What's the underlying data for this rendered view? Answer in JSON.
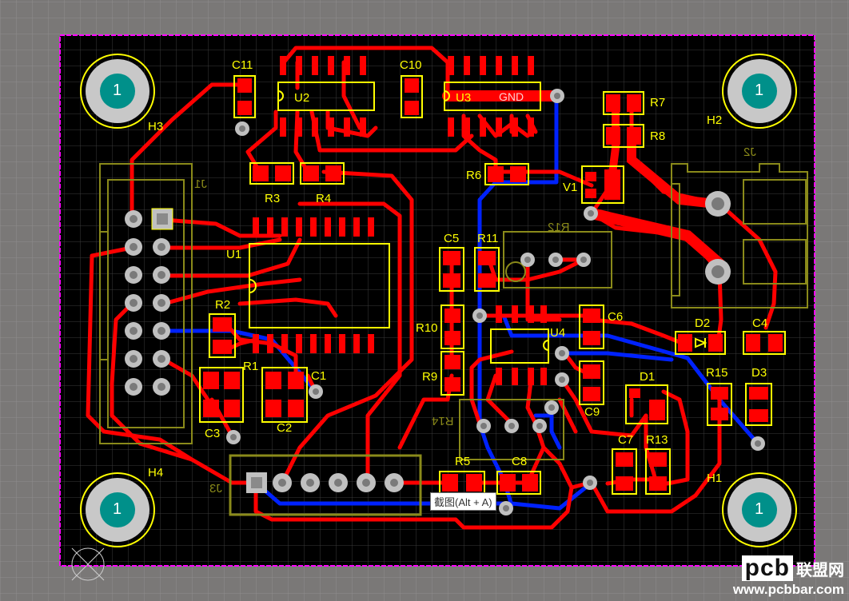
{
  "colors": {
    "background": "#7a7877",
    "board": "#000000",
    "outline": "#ff00ff",
    "top_copper": "#ff0000",
    "bottom_copper": "#0022ff",
    "silkscreen": "#ffff00",
    "bottom_overlay": "#8a8a1a",
    "pad": "#c0c0c0",
    "mount_hole": "#00908a"
  },
  "mount_holes": [
    {
      "id": "H3",
      "label": "H3",
      "num": "1"
    },
    {
      "id": "H2",
      "label": "H2",
      "num": "1"
    },
    {
      "id": "H4",
      "label": "H4",
      "num": "1"
    },
    {
      "id": "H1",
      "label": "H1",
      "num": "1"
    }
  ],
  "designators": {
    "C11": "C11",
    "U2": "U2",
    "C10": "C10",
    "U3": "U3",
    "GND": "GND",
    "R7": "R7",
    "R8": "R8",
    "R6": "R6",
    "V1": "V1",
    "R3": "R3",
    "R4": "R4",
    "U1": "U1",
    "R2": "R2",
    "R1": "R1",
    "C1": "C1",
    "C2": "C2",
    "C3": "C3",
    "C5": "C5",
    "R11": "R11",
    "R10": "R10",
    "R9": "R9",
    "U4": "U4",
    "C6": "C6",
    "C9": "C9",
    "D1": "D1",
    "D2": "D2",
    "C4": "C4",
    "R15": "R15",
    "D3": "D3",
    "C7": "C7",
    "R13": "R13",
    "R5": "R5",
    "C8": "C8"
  },
  "mirrored_labels": {
    "J1": "J1",
    "J3": "J3",
    "J2": "J2",
    "R12": "R12",
    "R14": "R14"
  },
  "tooltip": "截图(Alt + A)",
  "watermark": {
    "logo": "pcb",
    "chinese": "联盟网",
    "url": "www.pcbbar.com"
  }
}
